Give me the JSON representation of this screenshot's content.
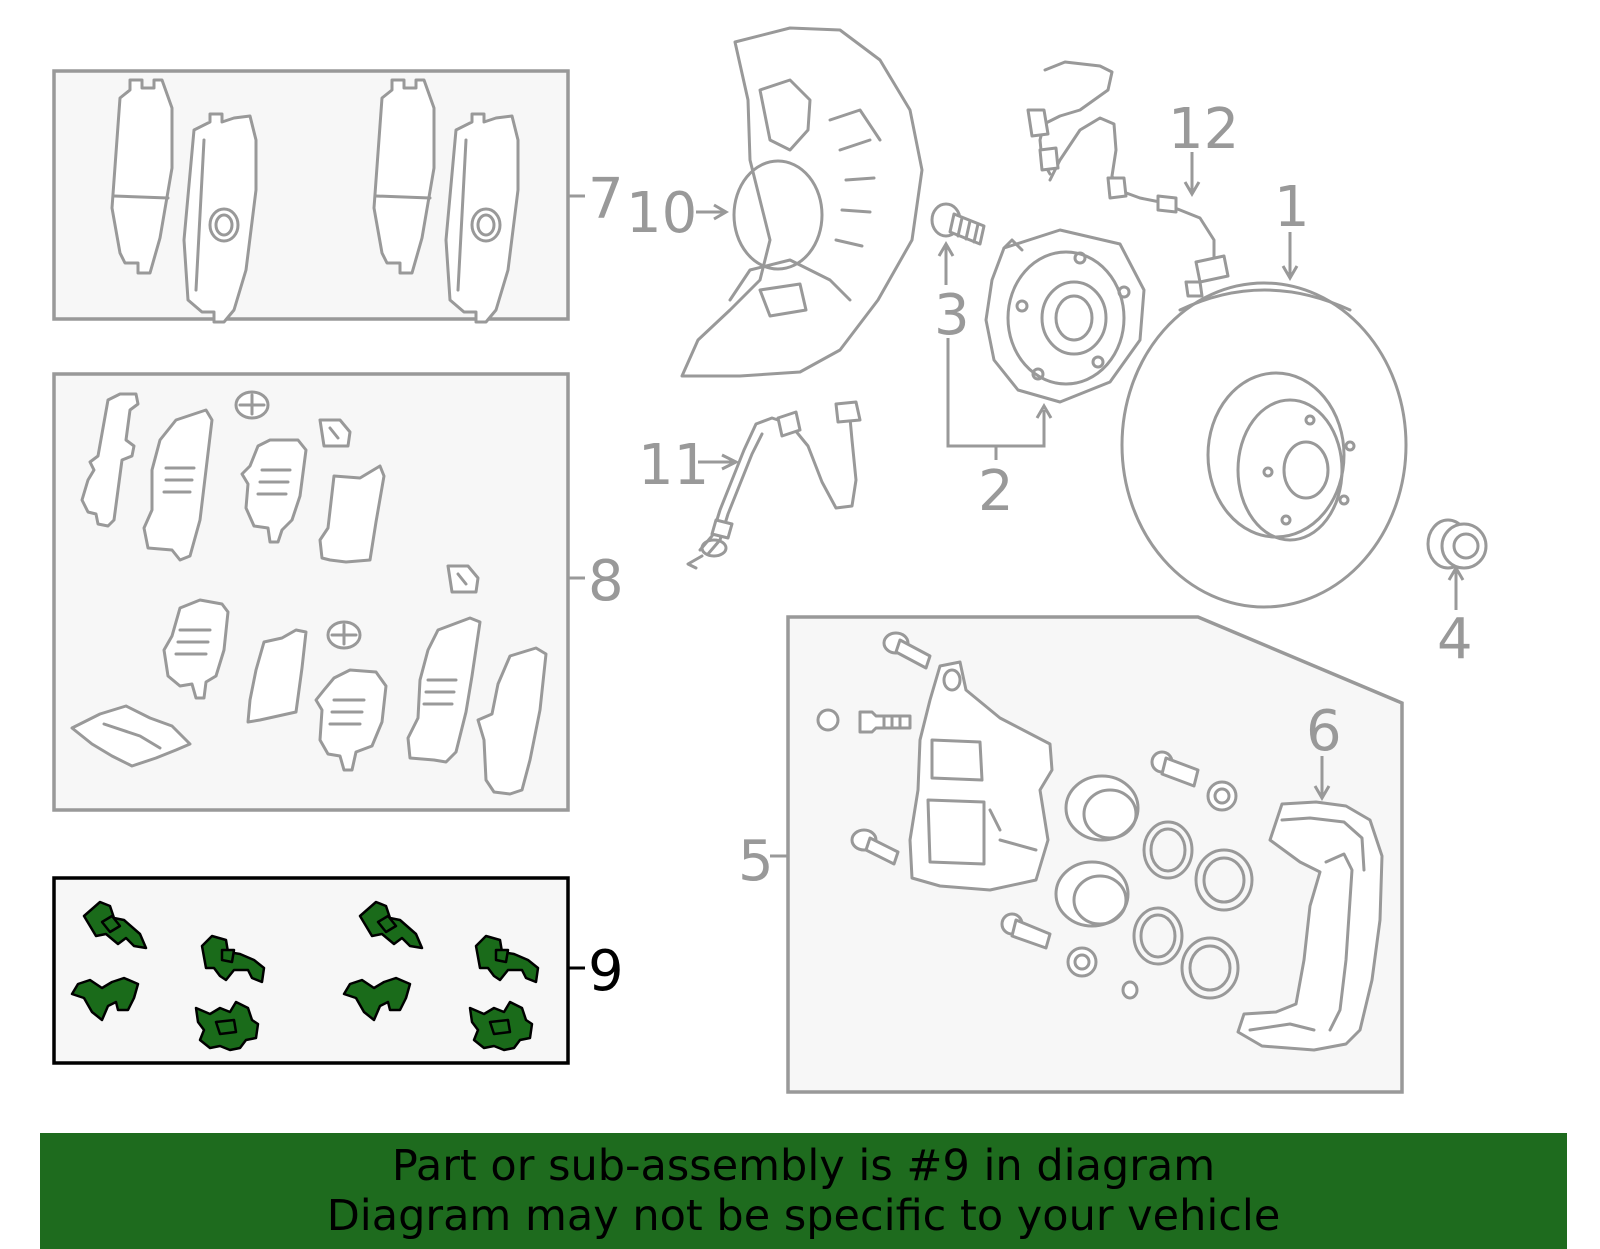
{
  "callouts": {
    "c1": "1",
    "c2": "2",
    "c3": "3",
    "c4": "4",
    "c5": "5",
    "c6": "6",
    "c7": "7",
    "c8": "8",
    "c9": "9",
    "c10": "10",
    "c11": "11",
    "c12": "12"
  },
  "highlight_color": "#1e6b1e",
  "banner": {
    "line1": "Part or sub-assembly is #9 in diagram",
    "line2": "Diagram may not be specific to your vehicle"
  }
}
